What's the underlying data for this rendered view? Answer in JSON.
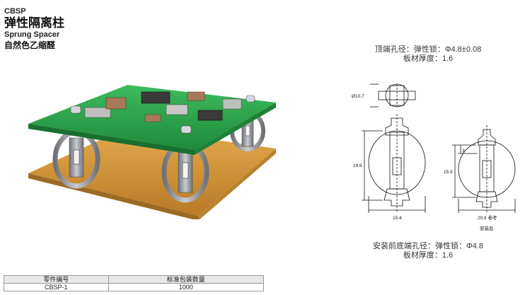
{
  "header": {
    "code": "CBSP",
    "title_cn": "弹性隔离柱",
    "title_en": "Sprung Spacer",
    "material": "自然色乙缩醛"
  },
  "specs": {
    "top_line1": "顶端孔径：弹性锁：Φ4.8±0.08",
    "top_line2": "板材厚度：1.6",
    "bottom_line1": "安装前底端孔径：弹性锁：Φ4.8",
    "bottom_line2": "板材厚度：1.6"
  },
  "drawing": {
    "dim_top_dia": "Ø10.7",
    "dim_height": "19.9",
    "dim_width": "15.4",
    "dim_small": "3",
    "dim_height_installed": "15.9",
    "dim_width_installed": "20.8 参考",
    "installed_label": "安装后"
  },
  "table": {
    "headers": [
      "零件编号",
      "标准包装数量"
    ],
    "rows": [
      [
        "CBSP-1",
        "1000"
      ]
    ]
  },
  "colors": {
    "pcb_green": "#2fa84f",
    "base_orange": "#d99a3a",
    "spacer_gray": "#8c8f94"
  }
}
